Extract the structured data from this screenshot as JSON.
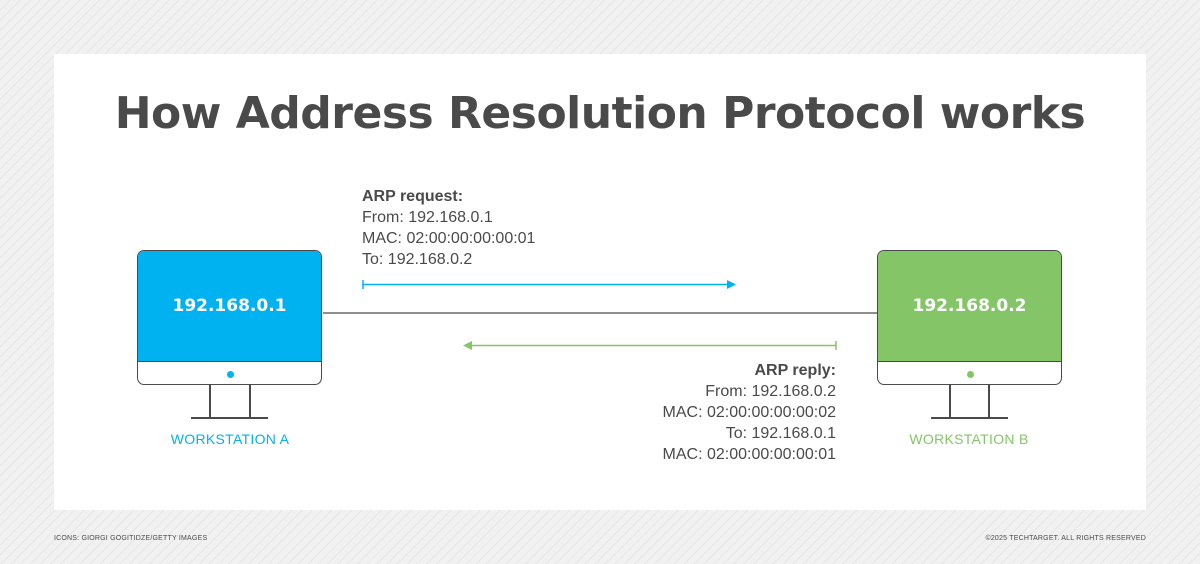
{
  "title": "How Address Resolution Protocol works",
  "colors": {
    "workstation_a": "#00b2f0",
    "workstation_b": "#84c667",
    "text": "#4a4a4a"
  },
  "arp_request": {
    "heading": "ARP request:",
    "lines": [
      "From: 192.168.0.1",
      "MAC: 02:00:00:00:00:01",
      "To: 192.168.0.2"
    ]
  },
  "arp_reply": {
    "heading": "ARP reply:",
    "lines": [
      "From: 192.168.0.2",
      "MAC: 02:00:00:00:00:02",
      "To: 192.168.0.1",
      "MAC: 02:00:00:00:00:01"
    ]
  },
  "workstation_a": {
    "ip": "192.168.0.1",
    "label": "WORKSTATION A"
  },
  "workstation_b": {
    "ip": "192.168.0.2",
    "label": "WORKSTATION B"
  },
  "footer": {
    "credit": "ICONS: GIORGI GOGITIDZE/GETTY IMAGES",
    "copyright": "©2025 TECHTARGET. ALL RIGHTS RESERVED"
  }
}
